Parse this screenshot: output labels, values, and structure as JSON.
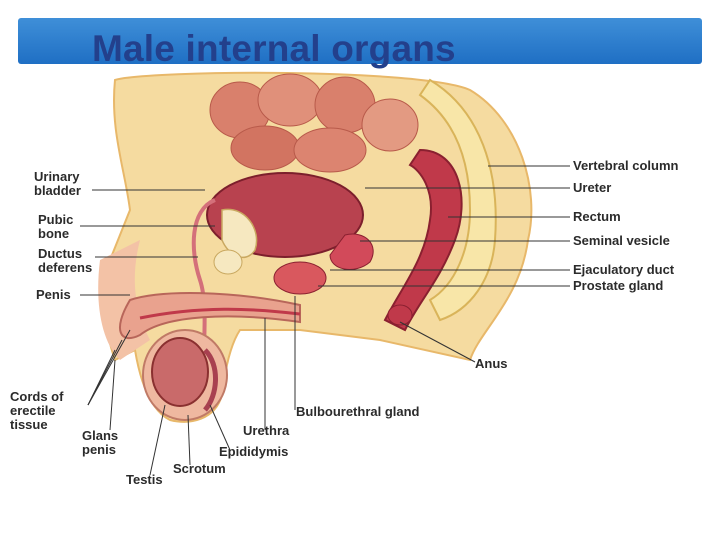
{
  "slide": {
    "title": "Male internal organs"
  },
  "labels": {
    "urinary_bladder": [
      "Urinary",
      "bladder"
    ],
    "pubic_bone": [
      "Pubic",
      "bone"
    ],
    "ductus_deferens": [
      "Ductus",
      "deferens"
    ],
    "penis": "Penis",
    "cords_of_erectile_tissue": [
      "Cords of",
      "erectile",
      "tissue"
    ],
    "glans_penis": [
      "Glans",
      "penis"
    ],
    "testis": "Testis",
    "scrotum": "Scrotum",
    "epididymis": "Epididymis",
    "urethra": "Urethra",
    "bulbourethral_gland": "Bulbourethral gland",
    "anus": "Anus",
    "vertebral_column": "Vertebral column",
    "ureter": "Ureter",
    "rectum": "Rectum",
    "seminal_vesicle": "Seminal vesicle",
    "ejaculatory_duct": "Ejaculatory duct",
    "prostate_gland": "Prostate gland"
  },
  "colors": {
    "title_bar": "#2a7ccd",
    "title_text": "#23408c",
    "tissue": "#f3d08a",
    "organ_red": "#c0394a"
  }
}
